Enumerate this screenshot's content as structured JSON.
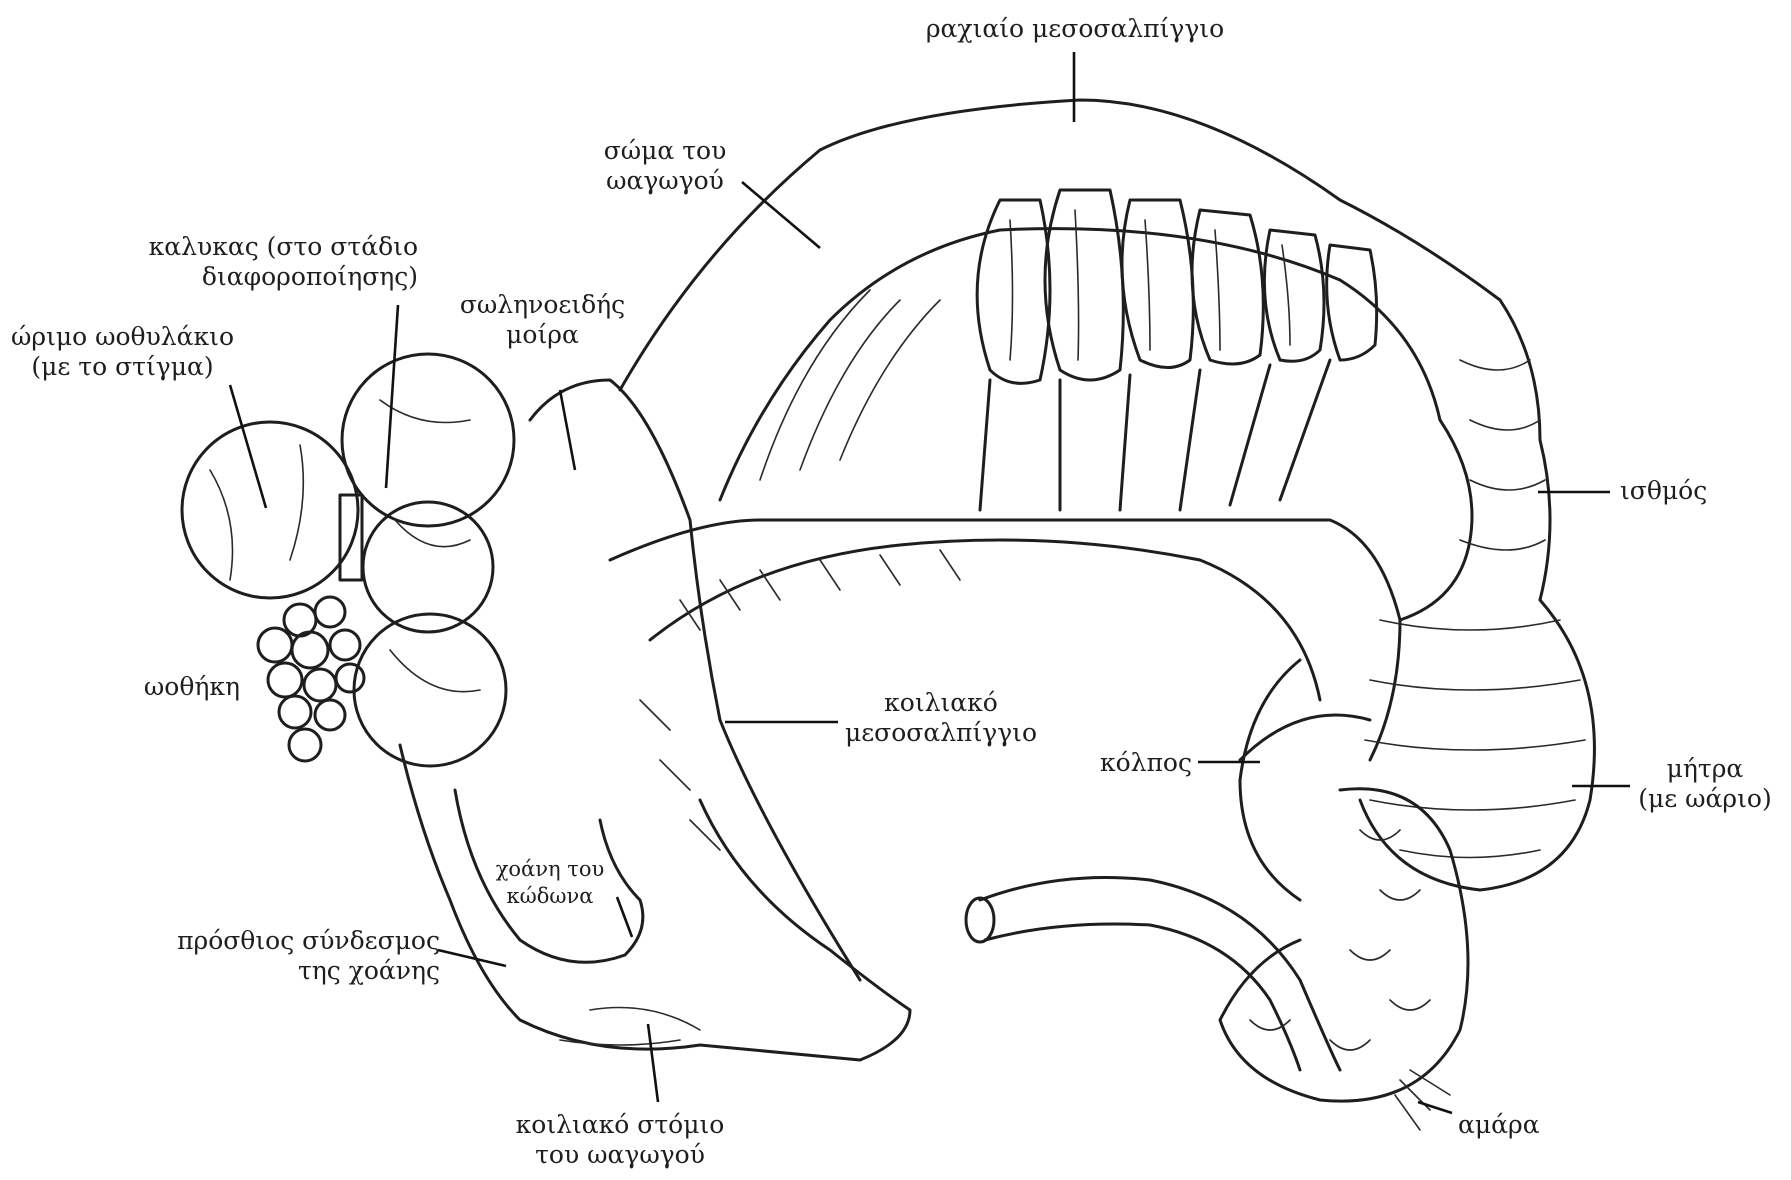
{
  "labels": {
    "dorsal_mesosalpinx": "ραχιαίο μεσοσαλπίγγιο",
    "duct_body": [
      "σώμα του",
      "ωαγωγού"
    ],
    "calyx": [
      "καλυκας (στο στάδιο",
      "διαφοροποίησης)"
    ],
    "mature_follicle": [
      "ώριμο ωοθυλάκιο",
      "(με το στίγμα)"
    ],
    "tubular_part": [
      "σωληνοειδής",
      "μοίρα"
    ],
    "isthmus": "ισθμός",
    "ovary": "ωοθήκη",
    "ventral_mesosalpinx": [
      "κοιλιακό",
      "μεσοσαλπίγγιο"
    ],
    "vagina": "κόλπος",
    "uterus": [
      "μήτρα",
      "(με ωάριο)"
    ],
    "funnel_of_bell": [
      "χοάνη του",
      "κώδωνα"
    ],
    "anterior_ligament": [
      "πρόσθιος σύνδεσμος",
      "της χοάνης"
    ],
    "ventral_ostium": [
      "κοιλιακό στόμιο",
      "του ωαγωγού"
    ],
    "cloaca": "αμάρα"
  },
  "colors": {
    "ink": "#1e1e1e",
    "background": "#ffffff"
  }
}
